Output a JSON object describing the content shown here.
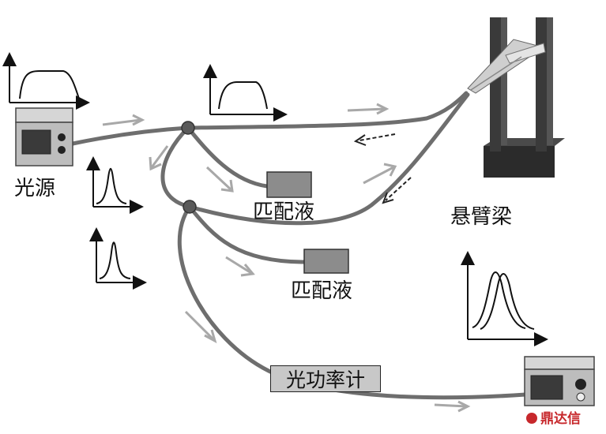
{
  "labels": {
    "light_source": "光源",
    "matching_liquid_1": "匹配液",
    "matching_liquid_2": "匹配液",
    "cantilever": "悬臂梁",
    "power_meter": "光功率计"
  },
  "watermark": "鼎达信",
  "colors": {
    "fiber": "#6e6e6e",
    "arrow_light": "#a8a8a8",
    "arrow_dark": "#222222",
    "device_body": "#bdbdbd",
    "screen": "#3a3a3a",
    "matching_box": "#8c8c8c",
    "watermark": "#c7282c"
  }
}
